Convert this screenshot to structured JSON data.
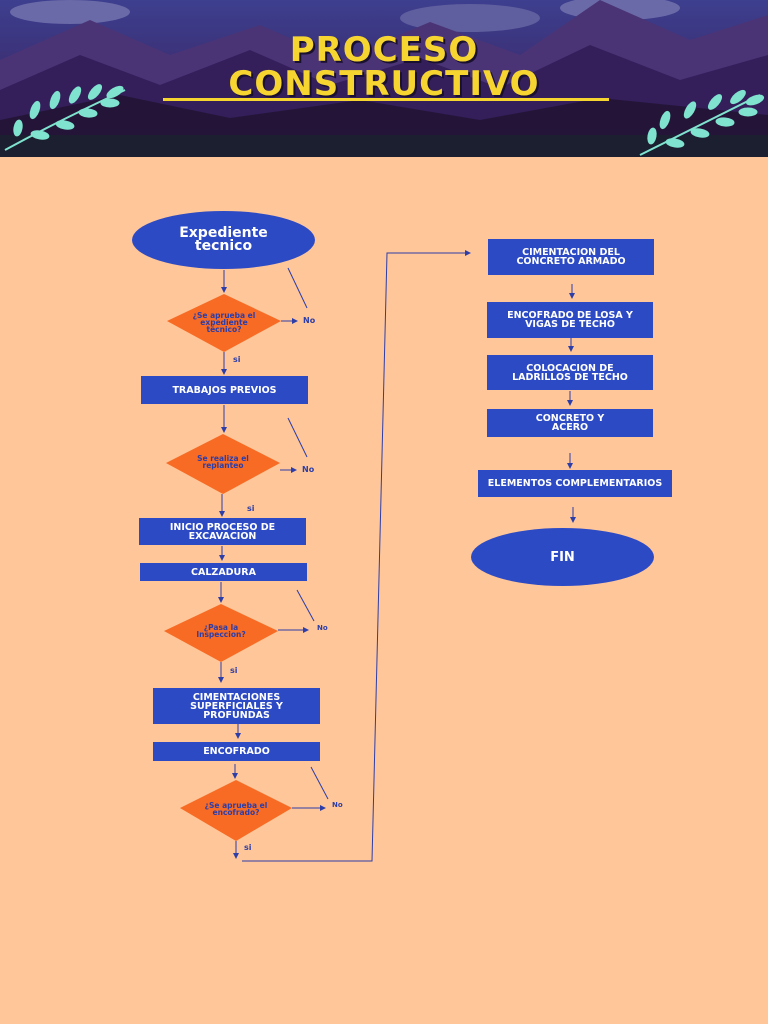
{
  "title": {
    "line1": "PROCESO",
    "line2": "CONSTRUCTIVO"
  },
  "colors": {
    "background": "#fec699",
    "process": "#2d4ac5",
    "decision": "#f76b24",
    "title": "#f6d531",
    "connector": "#2d3ea8"
  },
  "nodes": {
    "start": "Expediente tecnico",
    "d1": "¿Se aprueba el expediente técnico?",
    "trabajos": "TRABAJOS PREVIOS",
    "d2": "Se realiza el replanteo",
    "inicio": "INICIO PROCESO DE EXCAVACION",
    "calzadura": "CALZADURA",
    "d3": "¿Pasa la Inspeccion?",
    "cimentaciones": "CIMENTACIONES SUPERFICIALES Y PROFUNDAS",
    "encofrado": "ENCOFRADO",
    "d4": "¿Se aprueba el encofrado?",
    "cimentacion_concreto": "CIMENTACION DEL CONCRETO ARMADO",
    "encofrado_losa": "ENCOFRADO DE LOSA Y VIGAS DE TECHO",
    "ladrillos": "COLOCACION DE LADRILLOS DE TECHO",
    "concreto_acero": "CONCRETO Y ACERO",
    "elementos": "ELEMENTOS COMPLEMENTARIOS",
    "fin": "FIN"
  },
  "labels": {
    "yes": "si",
    "no": "No"
  }
}
